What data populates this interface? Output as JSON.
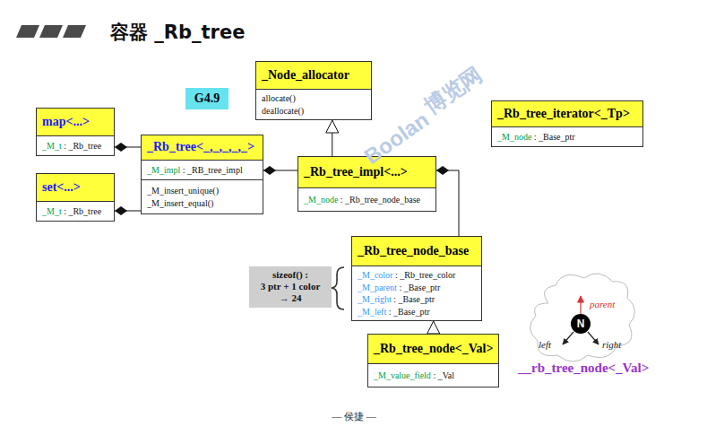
{
  "diagram": {
    "title": "容器 _Rb_tree",
    "nodes": [
      {
        "text": [
          "map<...>",
          "_M_t : _Rb_tree"
        ]
      },
      {
        "text": [
          "set<...>",
          "_M_t : _Rb_tree"
        ]
      },
      {
        "text": [
          "_Rb_tree<_,_,_,_,_>",
          "_M_impl : _RB_tree_impl",
          "_M_insert_unique() _M_insert_equal()"
        ]
      },
      {
        "text": [
          "_Node_allocator",
          "allocate() deallocate()"
        ]
      },
      {
        "text": [
          "_Rb_tree_impl<...>",
          "_M_node : _Rb_tree_node_base"
        ]
      },
      {
        "text": [
          "_Rb_tree_iterator<_Tp>",
          "_M_node : _Base_ptr"
        ]
      },
      {
        "text": [
          "_Rb_tree_node_base",
          "_M_color : _Rb_tree_color _M_parent : _Base_ptr _M_right : _Base_ptr _M_left : _Base_ptr"
        ]
      },
      {
        "text": [
          "_Rb_tree_node<_Val>",
          "_M_value_field : _Val"
        ]
      },
      {
        "text": [
          "G4.9"
        ]
      },
      {
        "text": [
          "sizeof() : 3 ptr + 1 color → 24"
        ]
      }
    ],
    "edges": [
      {
        "from": 2,
        "to": 0,
        "arrow": "to"
      },
      {
        "from": 2,
        "to": 1,
        "arrow": "to"
      },
      {
        "from": 4,
        "to": 2,
        "arrow": "to"
      },
      {
        "from": 4,
        "to": 3,
        "arrow": "to"
      },
      {
        "from": 6,
        "to": 4,
        "arrow": "to"
      },
      {
        "from": 7,
        "to": 6,
        "arrow": "to"
      }
    ],
    "labels": [
      "parent",
      "left",
      "right",
      "N",
      "__rb_tree_node<_Val>",
      "— 侯捷 —",
      "Boolan",
      "博览网"
    ]
  }
}
